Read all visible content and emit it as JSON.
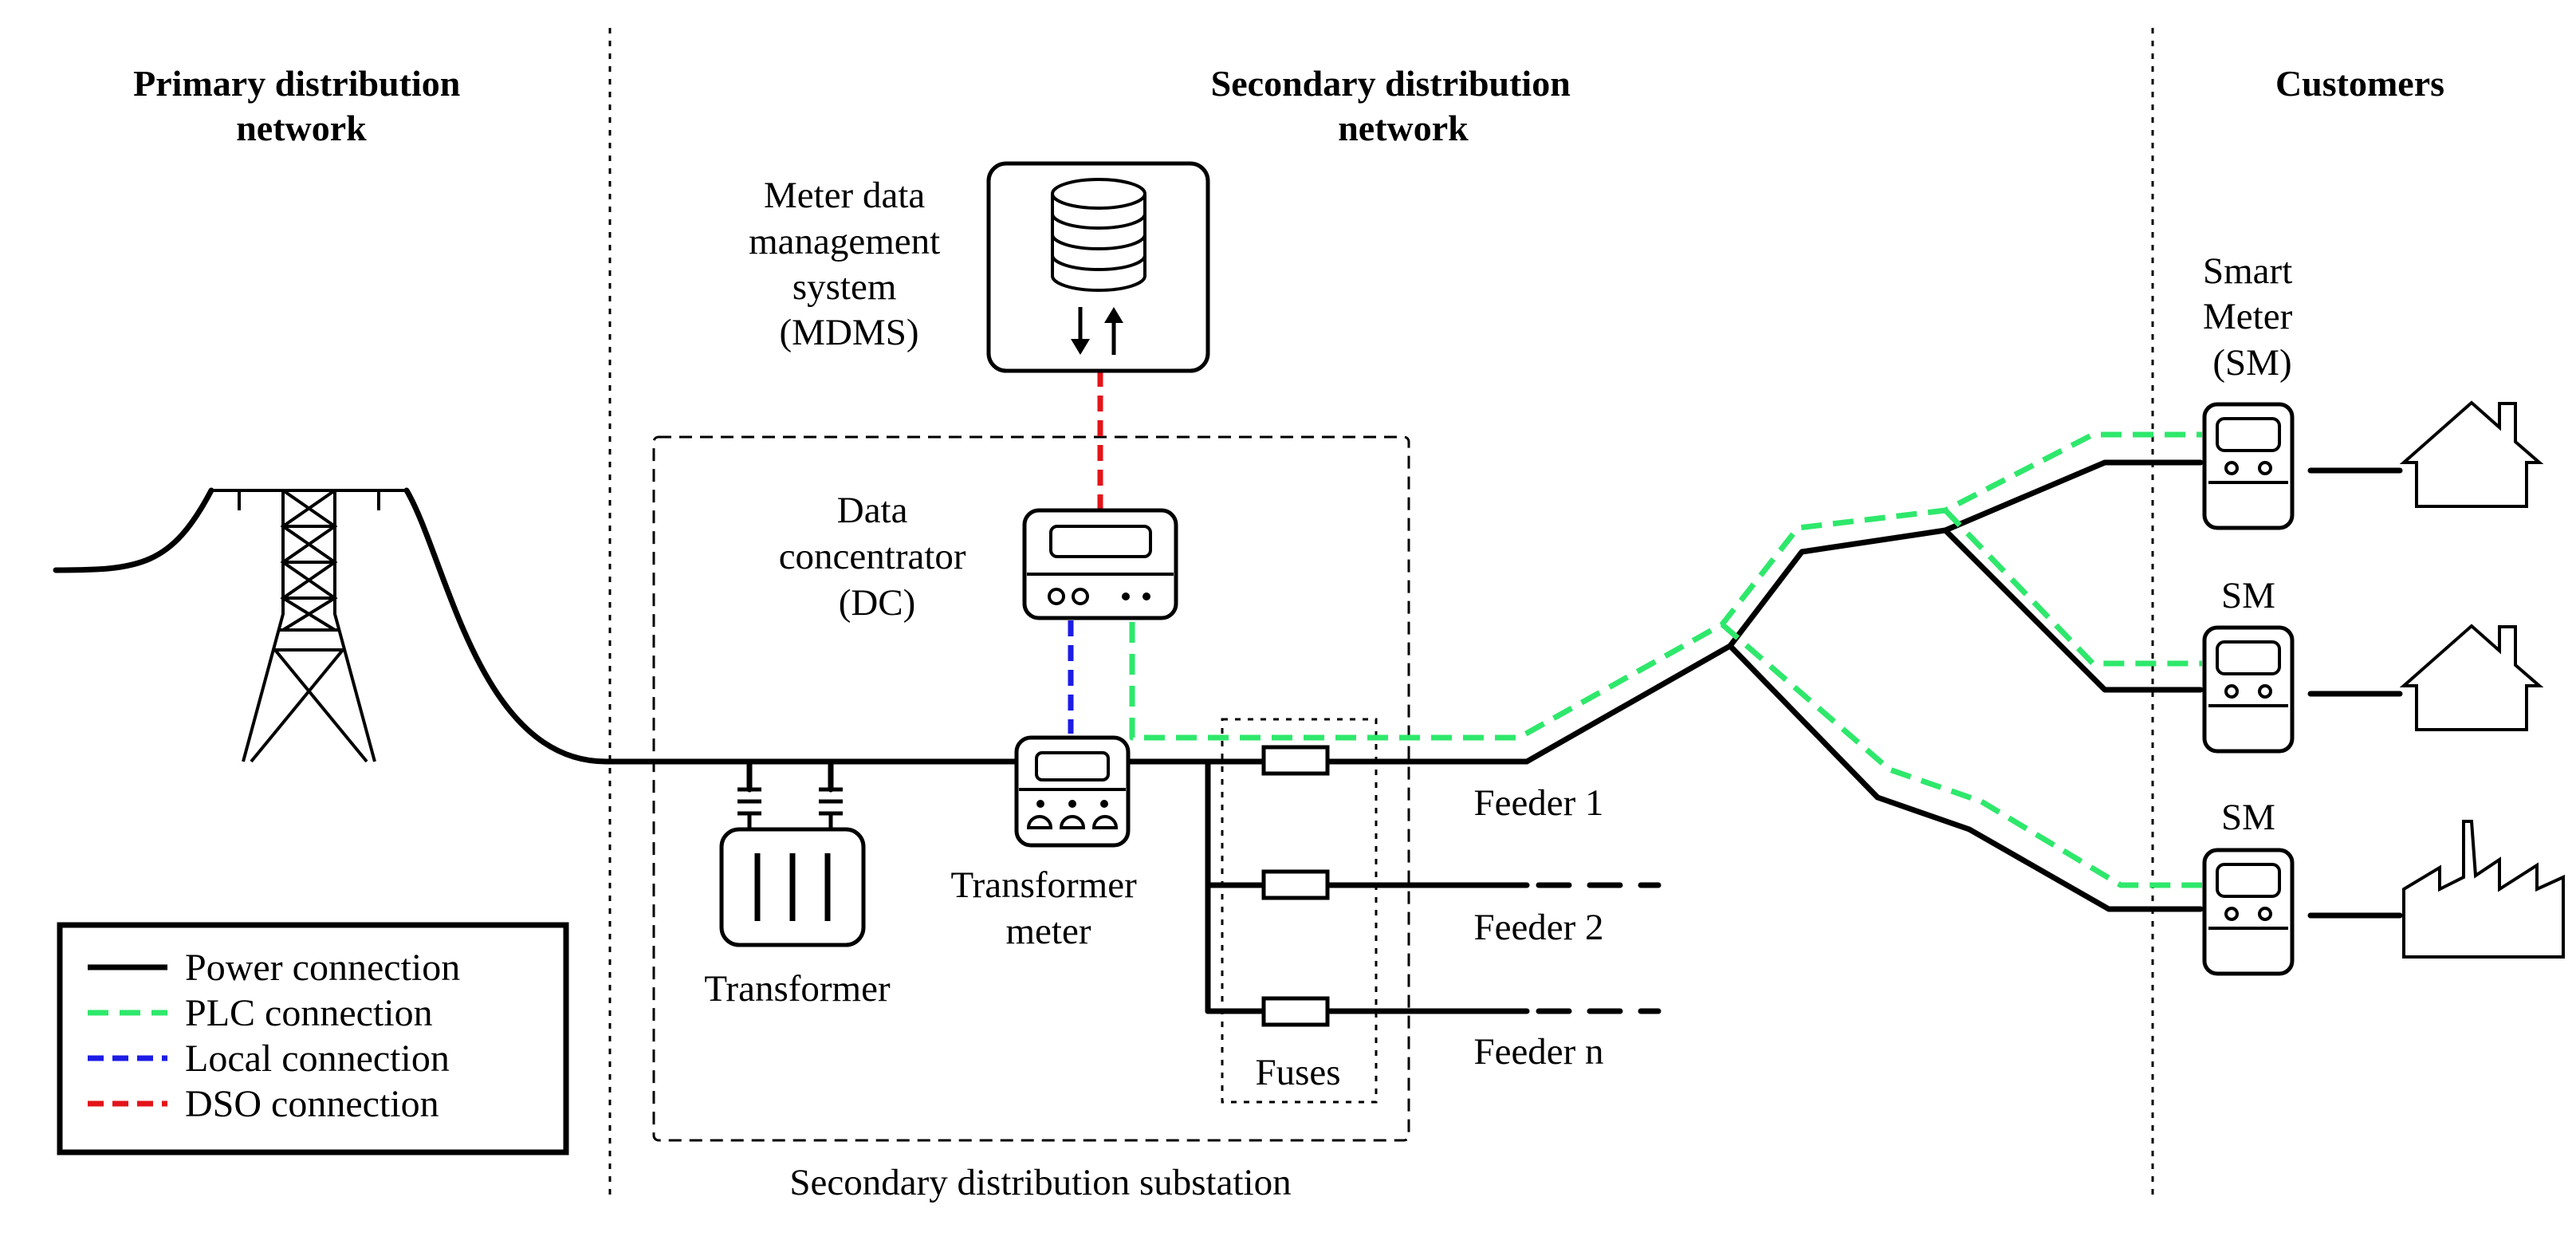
{
  "headers": {
    "primary": [
      "Primary distribution",
      "network"
    ],
    "secondary": [
      "Secondary distribution",
      "network"
    ],
    "customers": "Customers"
  },
  "labels": {
    "mdms": [
      "Meter data",
      "management",
      "system",
      "(MDMS)"
    ],
    "dc": [
      "Data",
      "concentrator",
      "(DC)"
    ],
    "transformer": "Transformer",
    "transformer_meter": [
      "Transformer",
      "meter"
    ],
    "fuses": "Fuses",
    "substation": "Secondary distribution substation",
    "feeder_1": "Feeder 1",
    "feeder_2": "Feeder 2",
    "feeder_n": "Feeder n",
    "smart_meter": [
      "Smart",
      "Meter",
      "(SM)"
    ],
    "sm_2": "SM",
    "sm_3": "SM"
  },
  "legend": [
    {
      "label": "Power connection",
      "color": "#000000",
      "style": "solid"
    },
    {
      "label": "PLC connection",
      "color": "#2ee86b",
      "style": "dashed"
    },
    {
      "label": "Local connection",
      "color": "#1c1ce6",
      "style": "dashed"
    },
    {
      "label": "DSO connection",
      "color": "#e3141a",
      "style": "dashed"
    }
  ]
}
